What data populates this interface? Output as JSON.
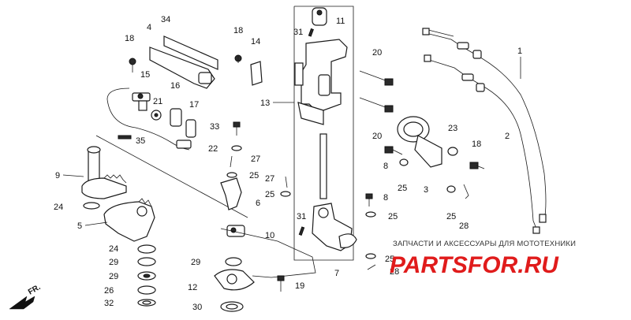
{
  "callouts": [
    {
      "id": "c1",
      "text": "1"
    },
    {
      "id": "c2",
      "text": "2"
    },
    {
      "id": "c3",
      "text": "3"
    },
    {
      "id": "c4",
      "text": "4"
    },
    {
      "id": "c5",
      "text": "5"
    },
    {
      "id": "c6",
      "text": "6"
    },
    {
      "id": "c7",
      "text": "7"
    },
    {
      "id": "c8a",
      "text": "8"
    },
    {
      "id": "c8b",
      "text": "8"
    },
    {
      "id": "c9",
      "text": "9"
    },
    {
      "id": "c10",
      "text": "10"
    },
    {
      "id": "c11",
      "text": "11"
    },
    {
      "id": "c12",
      "text": "12"
    },
    {
      "id": "c13",
      "text": "13"
    },
    {
      "id": "c14",
      "text": "14"
    },
    {
      "id": "c15",
      "text": "15"
    },
    {
      "id": "c16",
      "text": "16"
    },
    {
      "id": "c17",
      "text": "17"
    },
    {
      "id": "c18a",
      "text": "18"
    },
    {
      "id": "c18b",
      "text": "18"
    },
    {
      "id": "c18c",
      "text": "18"
    },
    {
      "id": "c19",
      "text": "19"
    },
    {
      "id": "c20a",
      "text": "20"
    },
    {
      "id": "c20b",
      "text": "20"
    },
    {
      "id": "c21",
      "text": "21"
    },
    {
      "id": "c22",
      "text": "22"
    },
    {
      "id": "c23",
      "text": "23"
    },
    {
      "id": "c24a",
      "text": "24"
    },
    {
      "id": "c24b",
      "text": "24"
    },
    {
      "id": "c25a",
      "text": "25"
    },
    {
      "id": "c25b",
      "text": "25"
    },
    {
      "id": "c25c",
      "text": "25"
    },
    {
      "id": "c25d",
      "text": "25"
    },
    {
      "id": "c25e",
      "text": "25"
    },
    {
      "id": "c25f",
      "text": "25"
    },
    {
      "id": "c26",
      "text": "26"
    },
    {
      "id": "c27a",
      "text": "27"
    },
    {
      "id": "c27b",
      "text": "27"
    },
    {
      "id": "c28a",
      "text": "28"
    },
    {
      "id": "c28b",
      "text": "28"
    },
    {
      "id": "c29a",
      "text": "29"
    },
    {
      "id": "c29b",
      "text": "29"
    },
    {
      "id": "c29c",
      "text": "29"
    },
    {
      "id": "c30",
      "text": "30"
    },
    {
      "id": "c31a",
      "text": "31"
    },
    {
      "id": "c31b",
      "text": "31"
    },
    {
      "id": "c32",
      "text": "32"
    },
    {
      "id": "c33",
      "text": "33"
    },
    {
      "id": "c34",
      "text": "34"
    },
    {
      "id": "c35",
      "text": "35"
    }
  ],
  "front_marker": "FR.",
  "watermark": {
    "caption": "ЗАПЧАСТИ И АКСЕССУАРЫ ДЛЯ МОТОТЕХНИКИ",
    "logo": "PARTSFOR.RU",
    "logo_color": "#e01b1b"
  }
}
